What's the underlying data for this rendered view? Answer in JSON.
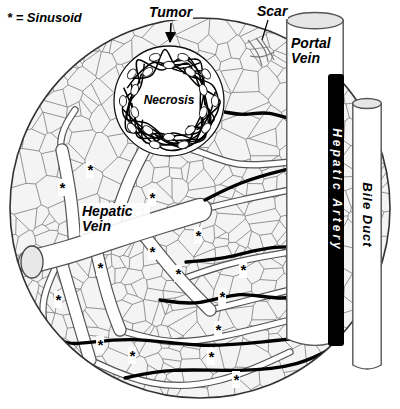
{
  "diagram": {
    "nodes": [
      {
        "text": [
          "Portal Vein"
        ]
      },
      {
        "text": [
          "Hepatic Artery"
        ]
      },
      {
        "text": [
          "Bile Duct"
        ]
      },
      {
        "text": [
          "Necrosis"
        ]
      },
      {
        "text": [
          "Hepatic Vein"
        ]
      }
    ],
    "edges": [
      {
        "from": 1,
        "to": 3,
        "arrow": "none"
      }
    ],
    "labels": [
      "* = Sinusoid",
      "Tumor",
      "Scar",
      "*",
      "*",
      "*",
      "*",
      "*",
      "*",
      "*",
      "*",
      "*",
      "*",
      "*",
      "*",
      "*",
      "*",
      "*"
    ]
  }
}
